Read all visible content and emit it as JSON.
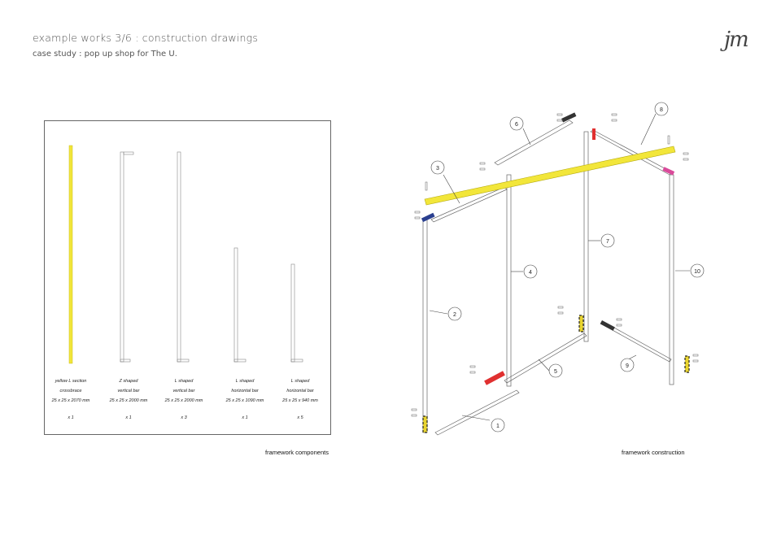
{
  "header": {
    "title": "example works 3/6 : construction drawings",
    "subtitle": "case study : pop up shop for The U.",
    "logo": "jm"
  },
  "components": [
    {
      "line1": "yellow L section",
      "line2": "crossbrace",
      "line3": "25 x 25 x 2070 mm",
      "qty": "x 1",
      "color": "#f2e63a"
    },
    {
      "line1": "Z shaped",
      "line2": "vertical bar",
      "line3": "25 x 25 x 2000 mm",
      "qty": "x 1",
      "color": "#ffffff"
    },
    {
      "line1": "L shaped",
      "line2": "vertical bar",
      "line3": "25 x 25 x 2000 mm",
      "qty": "x 3",
      "color": "#ffffff"
    },
    {
      "line1": "L shaped",
      "line2": "horizontal bar",
      "line3": "25 x 25 x 1090 mm",
      "qty": "x 1",
      "color": "#ffffff"
    },
    {
      "line1": "L shaped",
      "line2": "horizontal bar",
      "line3": "25 x 25 x 940 mm",
      "qty": "x 5",
      "color": "#ffffff"
    }
  ],
  "captions": {
    "left": "framework components",
    "right": "framework construction"
  },
  "callouts": [
    "1",
    "2",
    "3",
    "4",
    "5",
    "6",
    "7",
    "8",
    "9",
    "10"
  ],
  "colors": {
    "yellow": "#f2e63a",
    "red": "#e03030",
    "blue": "#2a3f8f",
    "pink": "#d94a9a",
    "line": "#666666"
  }
}
